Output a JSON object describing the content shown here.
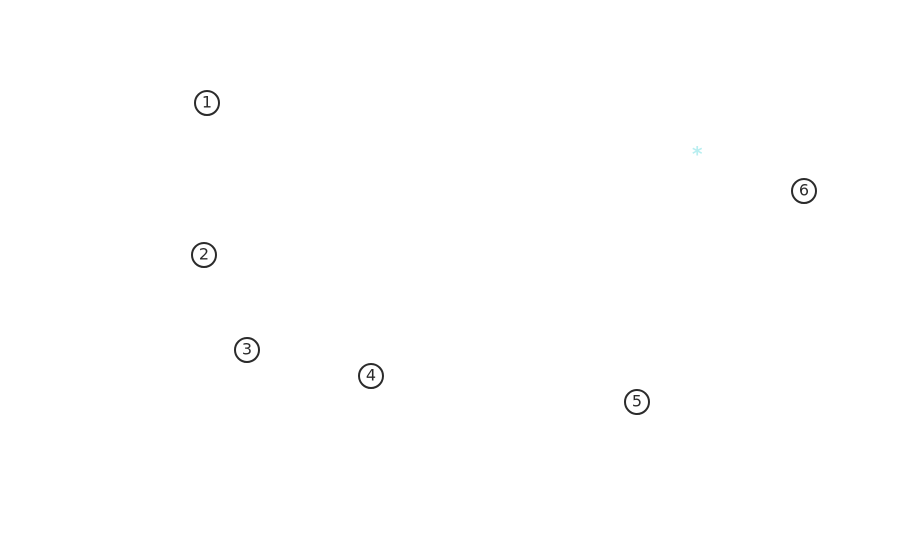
{
  "markers": [
    {
      "label": "1"
    },
    {
      "label": "2"
    },
    {
      "label": "3"
    },
    {
      "label": "4"
    },
    {
      "label": "5"
    },
    {
      "label": "6"
    }
  ],
  "sparkle": {
    "glyph": "*",
    "color": "#b8eef0"
  },
  "colors": {
    "background": "#ffffff",
    "marker_stroke": "#2b2b2b"
  }
}
